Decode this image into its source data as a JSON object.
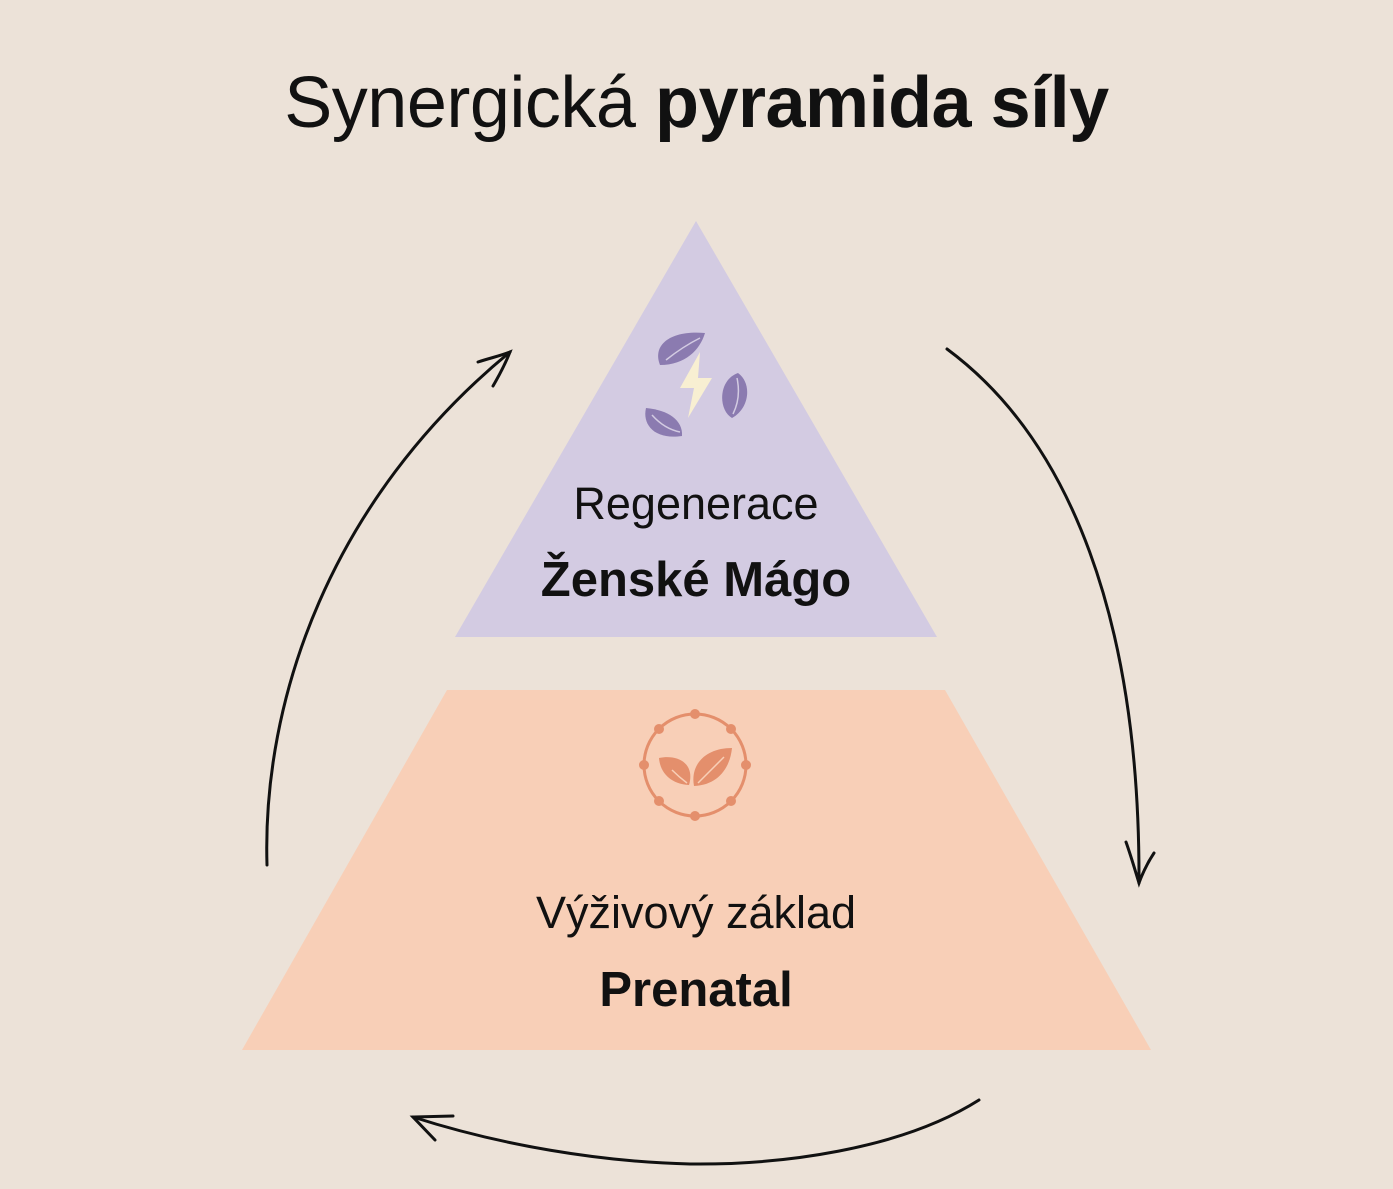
{
  "title": {
    "light": "Synergická",
    "bold": "pyramida síly"
  },
  "colors": {
    "background": "#ece2d8",
    "top_tier": "#d3cbe2",
    "bottom_tier": "#f8cfb7",
    "top_icon": "#8b7bb0",
    "bolt": "#f8efd2",
    "bottom_icon": "#e48f6c",
    "text": "#111111"
  },
  "tiers": [
    {
      "position": "top",
      "icon": "leaves-cycle-lightning-icon",
      "subtitle": "Regenerace",
      "title": "Ženské Mágo"
    },
    {
      "position": "bottom",
      "icon": "leaf-in-dotted-circle-icon",
      "subtitle": "Výživový základ",
      "title": "Prenatal"
    }
  ],
  "arrows": [
    {
      "name": "left-arrow",
      "direction": "up"
    },
    {
      "name": "right-arrow",
      "direction": "down"
    },
    {
      "name": "bottom-arrow",
      "direction": "left"
    }
  ]
}
